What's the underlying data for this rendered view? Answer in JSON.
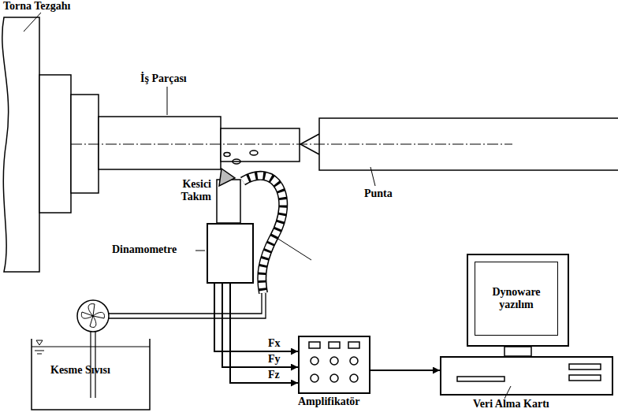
{
  "diagram": {
    "nodes": [
      {
        "text": [
          "Dinamometre"
        ]
      },
      {
        "text": [
          "Amplifikatör"
        ]
      },
      {
        "text": [
          "Dynoware yazılım"
        ]
      },
      {
        "text": [
          "Veri Alma Kartı"
        ]
      }
    ],
    "edges": [
      {
        "from": 0,
        "to": 1,
        "arrow": "to",
        "label": "Fx"
      },
      {
        "from": 0,
        "to": 1,
        "arrow": "to",
        "label": "Fy"
      },
      {
        "from": 0,
        "to": 1,
        "arrow": "to",
        "label": "Fz"
      },
      {
        "from": 1,
        "to": 3,
        "arrow": "to"
      }
    ],
    "labels": [
      "Torna Tezgahı",
      "İş Parçası",
      "Kesici Takım",
      "Punta",
      "Kesme Sıvısı"
    ]
  }
}
